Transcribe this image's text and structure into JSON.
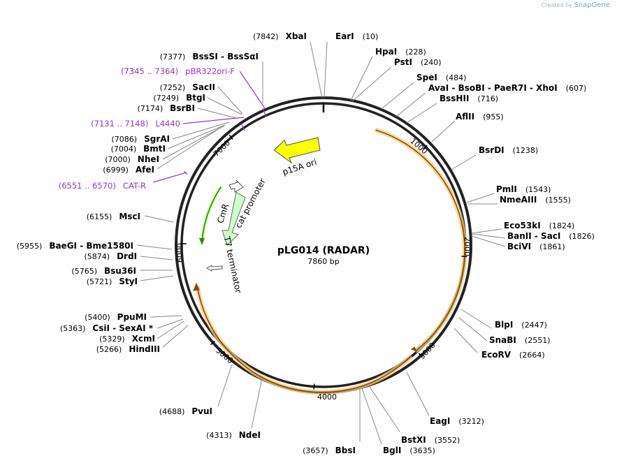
{
  "credit": {
    "prefix": "Created by",
    "brand": "SnapGene"
  },
  "plasmid": {
    "name": "pLG014 (RADAR)",
    "size": "7860 bp",
    "length": 7860
  },
  "ticks": [
    "1000",
    "2000",
    "3000",
    "4000",
    "5000",
    "6000",
    "7000"
  ],
  "features": [
    {
      "id": "p15a",
      "label": "p15A ori",
      "color": "#ffff00"
    },
    {
      "id": "cmr",
      "label": "CmR",
      "color": "#ccffcc"
    },
    {
      "id": "cat",
      "label": "cat promoter",
      "color": "#ffffff"
    },
    {
      "id": "t7",
      "label": "T7 terminator",
      "color": "#ffffff"
    }
  ],
  "enzymes": [
    {
      "name": "XbaI",
      "pos": "(7842)",
      "bp": 7842
    },
    {
      "name": "EarI",
      "pos": "(10)",
      "bp": 10
    },
    {
      "name": "HpaI",
      "pos": "(228)",
      "bp": 228
    },
    {
      "name": "PstI",
      "pos": "(240)",
      "bp": 240
    },
    {
      "name": "SpeI",
      "pos": "(484)",
      "bp": 484
    },
    {
      "name": "AvaI  -  BsoBI  -  PaeR7I  -  XhoI",
      "pos": "(607)",
      "bp": 607
    },
    {
      "name": "BssHII",
      "pos": "(716)",
      "bp": 716
    },
    {
      "name": "AflII",
      "pos": "(955)",
      "bp": 955
    },
    {
      "name": "BsrDI",
      "pos": "(1238)",
      "bp": 1238
    },
    {
      "name": "PmlI",
      "pos": "(1543)",
      "bp": 1543
    },
    {
      "name": "NmeAIII",
      "pos": "(1555)",
      "bp": 1555
    },
    {
      "name": "Eco53kI",
      "pos": "(1824)",
      "bp": 1824
    },
    {
      "name": "BanII  -  SacI",
      "pos": "(1826)",
      "bp": 1826
    },
    {
      "name": "BciVI",
      "pos": "(1861)",
      "bp": 1861
    },
    {
      "name": "BlpI",
      "pos": "(2447)",
      "bp": 2447
    },
    {
      "name": "SnaBI",
      "pos": "(2551)",
      "bp": 2551
    },
    {
      "name": "EcoRV",
      "pos": "(2664)",
      "bp": 2664
    },
    {
      "name": "EagI",
      "pos": "(3212)",
      "bp": 3212
    },
    {
      "name": "BstXI",
      "pos": "(3552)",
      "bp": 3552
    },
    {
      "name": "BglI",
      "pos": "(3635)",
      "bp": 3635
    },
    {
      "name": "BbsI",
      "pos": "(3657)",
      "bp": 3657
    },
    {
      "name": "NdeI",
      "pos": "(4313)",
      "bp": 4313
    },
    {
      "name": "PvuI",
      "pos": "(4688)",
      "bp": 4688
    },
    {
      "name": "HindIII",
      "pos": "(5266)",
      "bp": 5266
    },
    {
      "name": "XcmI",
      "pos": "(5329)",
      "bp": 5329
    },
    {
      "name": "CsiI  -  SexAI *",
      "pos": "(5363)",
      "bp": 5363
    },
    {
      "name": "PpuMI",
      "pos": "(5400)",
      "bp": 5400
    },
    {
      "name": "StyI",
      "pos": "(5721)",
      "bp": 5721
    },
    {
      "name": "Bsu36I",
      "pos": "(5765)",
      "bp": 5765
    },
    {
      "name": "DrdI",
      "pos": "(5874)",
      "bp": 5874
    },
    {
      "name": "BaeGI  -  Bme1580I",
      "pos": "(5955)",
      "bp": 5955
    },
    {
      "name": "MscI",
      "pos": "(6155)",
      "bp": 6155
    },
    {
      "name": "AfeI",
      "pos": "(6999)",
      "bp": 6999
    },
    {
      "name": "NheI",
      "pos": "(7000)",
      "bp": 7000
    },
    {
      "name": "BmtI",
      "pos": "(7004)",
      "bp": 7004
    },
    {
      "name": "SgrAI",
      "pos": "(7086)",
      "bp": 7086
    },
    {
      "name": "BsrBI",
      "pos": "(7174)",
      "bp": 7174
    },
    {
      "name": "BtgI",
      "pos": "(7249)",
      "bp": 7249
    },
    {
      "name": "SacII",
      "pos": "(7252)",
      "bp": 7252
    },
    {
      "name": "BssSI  -  BssSαI",
      "pos": "(7377)",
      "bp": 7377
    }
  ],
  "primers": [
    {
      "name": "pBR322ori-F",
      "range": "(7345 .. 7364)"
    },
    {
      "name": "L4440",
      "range": "(7131 .. 7148)"
    },
    {
      "name": "CAT-R",
      "range": "(6551 .. 6570)"
    }
  ],
  "colors": {
    "primer": "#9933cc",
    "orf_fill": "#f6cf86",
    "orf_arrow": "#8a4a00",
    "cmr_arrow": "#2e8b00"
  }
}
